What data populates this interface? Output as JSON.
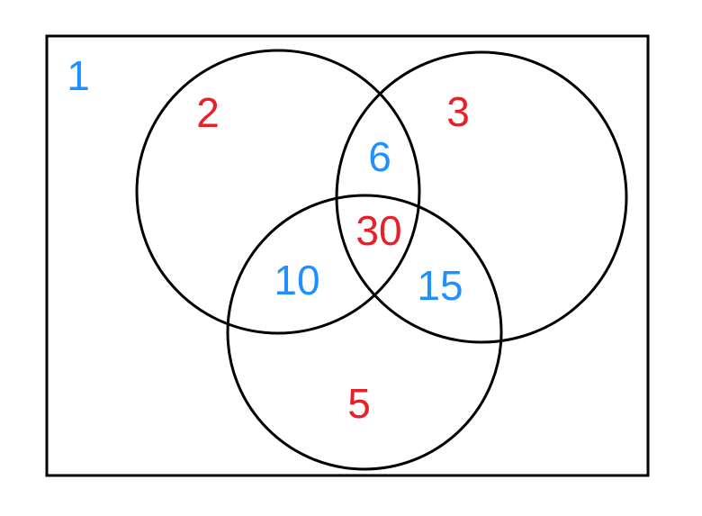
{
  "colors": {
    "blue": "#1e90ff",
    "red": "#e8202a",
    "stroke": "#000000"
  },
  "regions": {
    "outside": {
      "value": "1",
      "color": "blue"
    },
    "only_top_left": {
      "value": "2",
      "color": "red"
    },
    "only_top_right": {
      "value": "3",
      "color": "red"
    },
    "top_left_and_top_right": {
      "value": "6",
      "color": "blue"
    },
    "all_three": {
      "value": "30",
      "color": "red"
    },
    "top_left_and_bottom": {
      "value": "10",
      "color": "blue"
    },
    "top_right_and_bottom": {
      "value": "15",
      "color": "blue"
    },
    "only_bottom": {
      "value": "5",
      "color": "red"
    }
  }
}
